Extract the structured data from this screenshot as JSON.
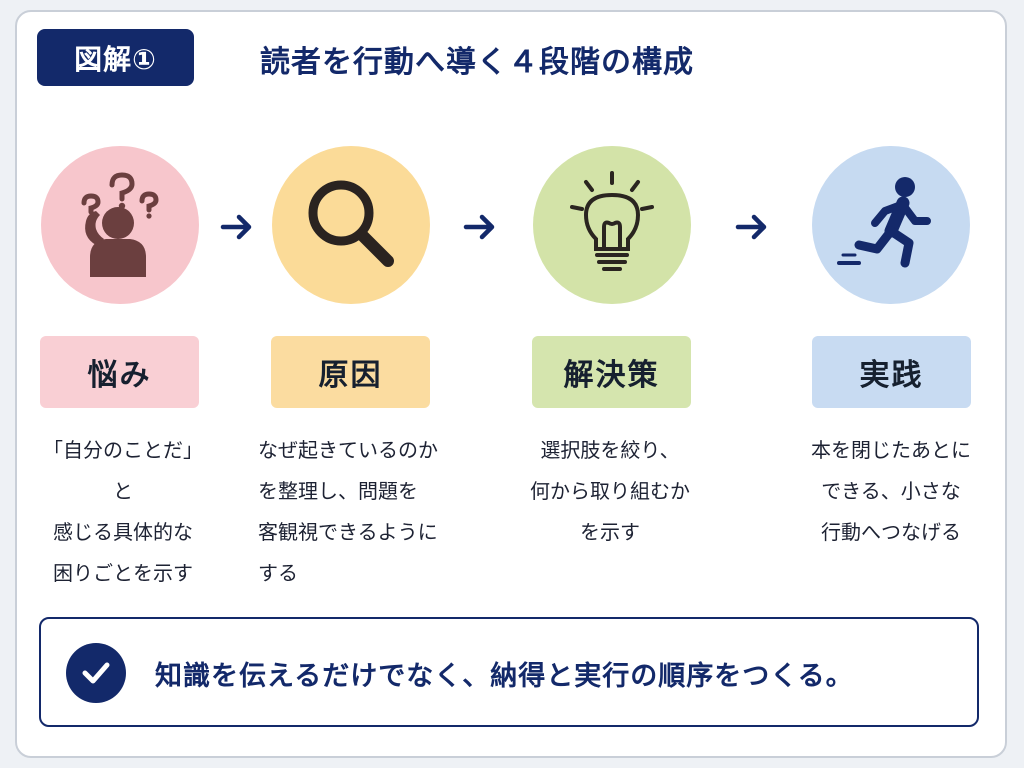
{
  "header": {
    "badge": "図解①",
    "title": "読者を行動へ導く４段階の構成"
  },
  "steps": [
    {
      "label": "悩み",
      "icon": "confused-person-icon",
      "circle_color": "#f7c6cc",
      "label_color": "#f9cfd4",
      "description": "「自分のことだ」と\n感じる具体的な\n困りごとを示す"
    },
    {
      "label": "原因",
      "icon": "magnifier-icon",
      "circle_color": "#fbdb98",
      "label_color": "#fbdca0",
      "description": "なぜ起きているのか\nを整理し、問題を\n客観視できるように\nする"
    },
    {
      "label": "解決策",
      "icon": "light-bulb-icon",
      "circle_color": "#d3e3a8",
      "label_color": "#d5e5ae",
      "description": "選択肢を絞り、\n何から取り組むか\nを示す"
    },
    {
      "label": "実践",
      "icon": "running-person-icon",
      "circle_color": "#c6daf1",
      "label_color": "#c8dbf2",
      "description": "本を閉じたあとに\nできる、小さな\n行動へつなげる"
    }
  ],
  "summary": {
    "icon": "check-icon",
    "text": "知識を伝えるだけでなく、納得と実行の順序をつくる。"
  },
  "colors": {
    "navy": "#13296a",
    "icon_dark": "#6b3f3f"
  }
}
